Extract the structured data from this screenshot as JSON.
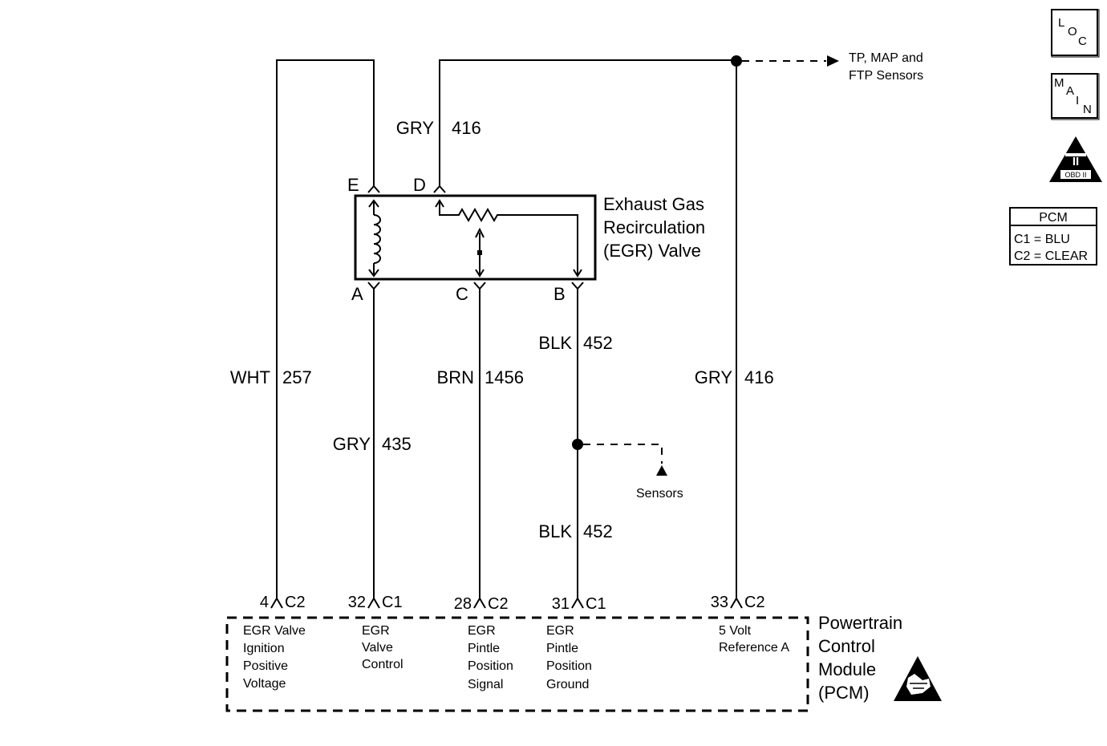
{
  "component": {
    "title_lines": [
      "Exhaust Gas",
      "Recirculation",
      "(EGR) Valve"
    ],
    "pins": [
      "E",
      "D",
      "A",
      "C",
      "B"
    ]
  },
  "wires": {
    "wht_257": {
      "color": "WHT",
      "circuit": "257"
    },
    "gry_416_top": {
      "color": "GRY",
      "circuit": "416"
    },
    "gry_435": {
      "color": "GRY",
      "circuit": "435"
    },
    "brn_1456": {
      "color": "BRN",
      "circuit": "1456"
    },
    "blk_452_upper": {
      "color": "BLK",
      "circuit": "452"
    },
    "blk_452_lower": {
      "color": "BLK",
      "circuit": "452"
    },
    "gry_416_right": {
      "color": "GRY",
      "circuit": "416"
    }
  },
  "destinations": {
    "tp_map_ftp": [
      "TP, MAP and",
      "FTP Sensors"
    ],
    "sensors": "Sensors"
  },
  "pcm_pins": [
    {
      "pin": "4",
      "conn": "C2",
      "desc": [
        "EGR Valve",
        "Ignition",
        "Positive",
        "Voltage"
      ]
    },
    {
      "pin": "32",
      "conn": "C1",
      "desc": [
        "EGR",
        "Valve",
        "Control"
      ]
    },
    {
      "pin": "28",
      "conn": "C2",
      "desc": [
        "EGR",
        "Pintle",
        "Position",
        "Signal"
      ]
    },
    {
      "pin": "31",
      "conn": "C1",
      "desc": [
        "EGR",
        "Pintle",
        "Position",
        "Ground"
      ]
    },
    {
      "pin": "33",
      "conn": "C2",
      "desc": [
        "5 Volt",
        "Reference A"
      ]
    }
  ],
  "pcm": {
    "title_lines": [
      "Powertrain",
      "Control",
      "Module",
      "(PCM)"
    ]
  },
  "legend": {
    "loc_icon": [
      "L",
      "O",
      "C"
    ],
    "main_icon": [
      "M",
      "A",
      "I",
      "N"
    ],
    "obd_icon": {
      "numeral": "II",
      "label": "OBD II"
    },
    "pcm_table": {
      "header": "PCM",
      "rows": [
        "C1 = BLU",
        "C2 = CLEAR"
      ]
    }
  },
  "icons": [
    "loc-icon",
    "main-icon",
    "obd-ii-icon",
    "esd-warning-icon",
    "coil-icon",
    "resistor-icon"
  ]
}
